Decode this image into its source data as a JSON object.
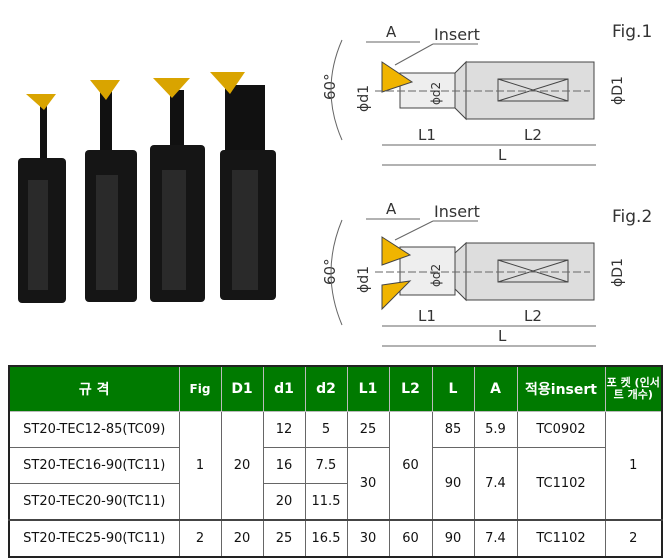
{
  "figures": {
    "fig1": "Fig.1",
    "fig2": "Fig.2",
    "insert": "Insert",
    "A": "A",
    "angle": "60°",
    "d1": "ϕd1",
    "d2": "ϕd2",
    "D1": "ϕD1",
    "L1": "L1",
    "L2": "L2",
    "L": "L"
  },
  "table": {
    "headers": {
      "spec": "규 격",
      "fig": "Fig",
      "D1": "D1",
      "d1": "d1",
      "d2": "d2",
      "L1": "L1",
      "L2": "L2",
      "L": "L",
      "A": "A",
      "insert": "적용insert",
      "pocket": "포 켓 (인서트 개수)"
    },
    "rows": [
      {
        "spec": "ST20-TEC12-85(TC09)",
        "d1": "12",
        "d2": "5",
        "L1": "25",
        "L": "85",
        "A": "5.9",
        "insert": "TC0902"
      },
      {
        "spec": "ST20-TEC16-90(TC11)",
        "d1": "16",
        "d2": "7.5"
      },
      {
        "spec": "ST20-TEC20-90(TC11)",
        "d1": "20",
        "d2": "11.5"
      },
      {
        "spec": "ST20-TEC25-90(TC11)",
        "fig": "2",
        "D1": "20",
        "d1": "25",
        "d2": "16.5",
        "L1": "30",
        "L2": "60",
        "L": "90",
        "A": "7.4",
        "insert": "TC1102",
        "pocket": "2"
      }
    ],
    "merged": {
      "fig": "1",
      "D1": "20",
      "L1": "30",
      "L2": "60",
      "L": "90",
      "A": "7.4",
      "insert": "TC1102",
      "pocket": "1"
    }
  }
}
